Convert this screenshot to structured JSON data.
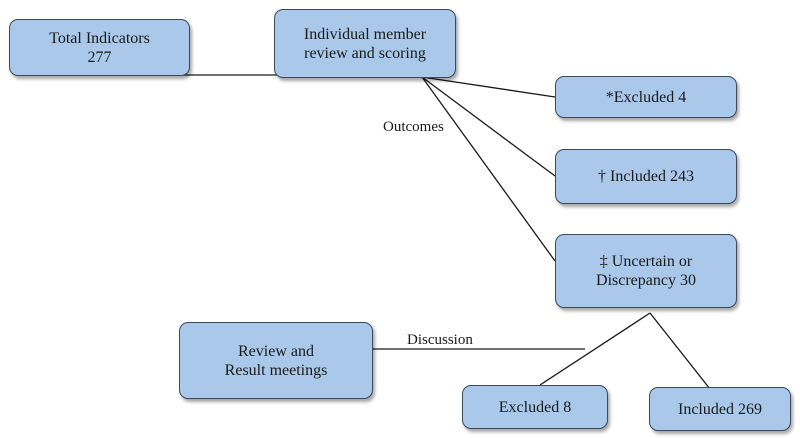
{
  "nodes": {
    "total": {
      "line1": "Total Indicators",
      "line2": "277"
    },
    "individual": {
      "line1": "Individual member",
      "line2": "review and scoring"
    },
    "excluded4": {
      "line1": "*Excluded 4"
    },
    "included243": {
      "line1": "† Included 243"
    },
    "uncertain": {
      "line1": "‡ Uncertain or",
      "line2": "Discrepancy 30"
    },
    "review": {
      "line1": "Review and",
      "line2": "Result meetings"
    },
    "excluded8": {
      "line1": "Excluded 8"
    },
    "included269": {
      "line1": "Included 269"
    }
  },
  "labels": {
    "outcomes": "Outcomes",
    "discussion": "Discussion"
  },
  "colors": {
    "box_fill": "#a9c8ea",
    "box_border": "#3c4a5a",
    "line": "#1a1a1a"
  }
}
